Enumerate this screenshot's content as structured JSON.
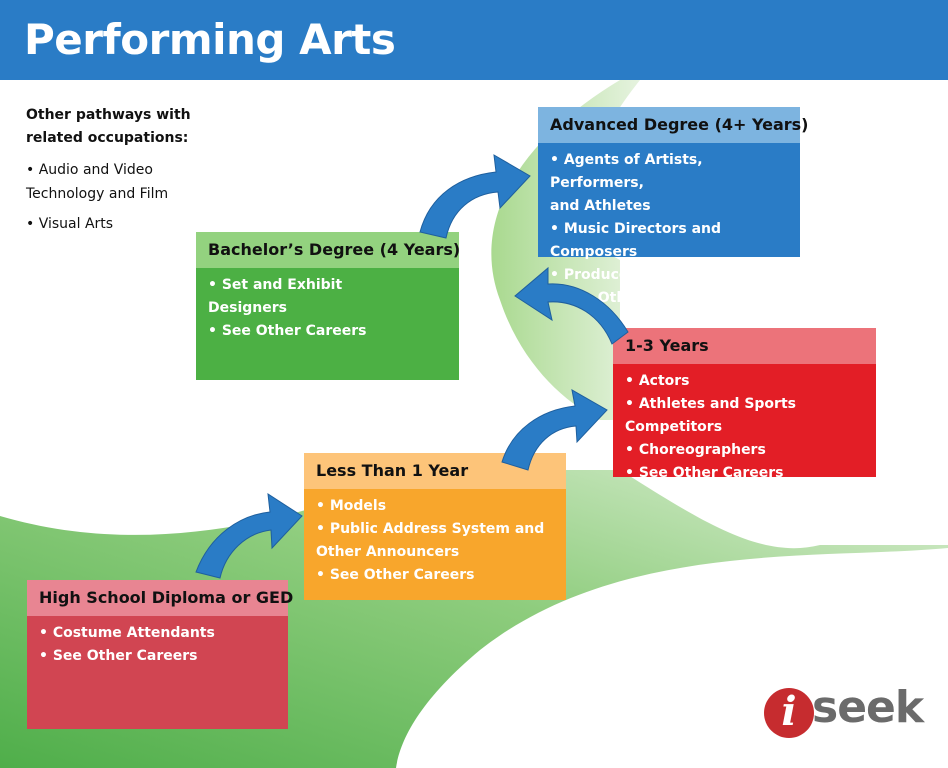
{
  "header": {
    "title": "Performing Arts"
  },
  "sidebar": {
    "title_line1": "Other pathways with",
    "title_line2": "related occupations:",
    "items": [
      {
        "line1": "• Audio and Video",
        "line2": "Technology and Film"
      },
      {
        "line1": "• Visual Arts"
      }
    ]
  },
  "boxes": {
    "high_school": {
      "title": "High School Diploma or GED",
      "items": [
        "Costume Attendants",
        "See Other Careers"
      ],
      "head_color": "#e88592",
      "body_color": "#d14552"
    },
    "less_than_1": {
      "title": "Less Than 1 Year",
      "items": [
        "Models",
        "Public Address System and",
        "Other Announcers",
        "See Other Careers"
      ],
      "head_color": "#fdc479",
      "body_color": "#f8a62c"
    },
    "one_three": {
      "title": "1-3 Years",
      "items": [
        "Actors",
        "Athletes and Sports Competitors",
        "Choreographers",
        "See Other Careers"
      ],
      "head_color": "#ec737a",
      "body_color": "#e31e26"
    },
    "bachelors": {
      "title": "Bachelor’s Degree (4 Years)",
      "items": [
        "Set and Exhibit",
        "Designers",
        "See Other Careers"
      ],
      "head_color": "#93d27f",
      "body_color": "#4cb044"
    },
    "advanced": {
      "title": "Advanced Degree (4+ Years)",
      "items": [
        "Agents of Artists, Performers,",
        "and Athletes",
        "Music Directors and Composers",
        "Producers and Directors",
        "See Other Careers"
      ],
      "head_color": "#7db4e0",
      "body_color": "#2a7cc6"
    }
  },
  "logo": {
    "letter": "i",
    "text": "seek"
  }
}
